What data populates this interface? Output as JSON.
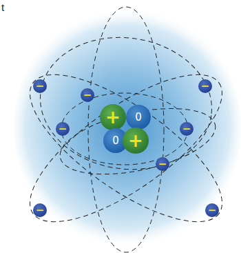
{
  "diagram": {
    "nodes": [
      {
        "text": [
          "+"
        ]
      },
      {
        "text": [
          "0"
        ]
      },
      {
        "text": [
          "0"
        ]
      },
      {
        "text": [
          "+"
        ]
      },
      {
        "text": [
          "−"
        ]
      },
      {
        "text": [
          "−"
        ]
      },
      {
        "text": [
          "−"
        ]
      },
      {
        "text": [
          "−"
        ]
      },
      {
        "text": [
          "−"
        ]
      },
      {
        "text": [
          "−"
        ]
      },
      {
        "text": [
          "−"
        ]
      },
      {
        "text": [
          "−"
        ]
      }
    ],
    "labels": [
      "t"
    ]
  }
}
